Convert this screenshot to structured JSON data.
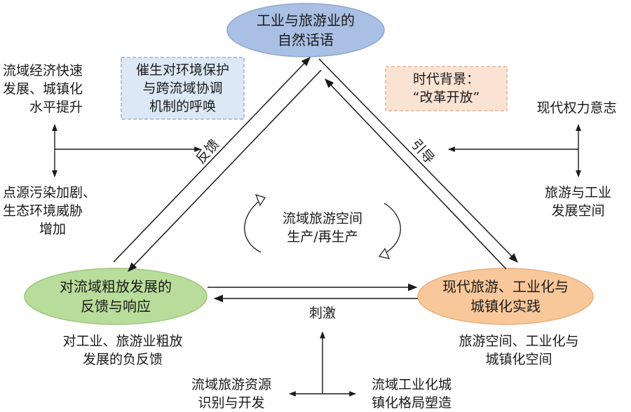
{
  "nodes": {
    "top": {
      "line1": "工业与旅游业的",
      "line2": "自然话语",
      "color": "#a9bfe3"
    },
    "left": {
      "line1": "对流域粗放发展的",
      "line2": "反馈与响应",
      "color": "#b8dc9a"
    },
    "right": {
      "line1": "现代旅游、工业化与",
      "line2": "城镇化实践",
      "color": "#f8c79a"
    }
  },
  "boxes": {
    "blue": {
      "line1": "催生对环境保护",
      "line2": "与跨流域协调",
      "line3": "机制的呼唤",
      "color": "#dce8f5"
    },
    "orange": {
      "line1": "时代背景：",
      "line2": "“改革开放”",
      "color": "#fbe3d3"
    }
  },
  "edges": {
    "left": "反馈",
    "right": "引导",
    "bottom": "刺激"
  },
  "center": {
    "line1": "流域旅游空间",
    "line2": "生产/再生产"
  },
  "left_cross": {
    "top": {
      "line1": "流域经济快速",
      "line2": "发展、城镇化",
      "line3": "水平提升"
    },
    "bottom": {
      "line1": "点源污染加剧、",
      "line2": "生态环境威胁",
      "line3": "增加"
    }
  },
  "right_cross": {
    "top": "现代权力意志",
    "bottom": {
      "line1": "旅游与工业",
      "line2": "发展空间"
    }
  },
  "under_left": {
    "line1": "对工业、旅游业粗放",
    "line2": "发展的负反馈"
  },
  "under_right": {
    "line1": "旅游空间、工业化与",
    "line2": "城镇化空间"
  },
  "bottom_cross": {
    "left": {
      "line1": "流域旅游资源",
      "line2": "识别与开发"
    },
    "right": {
      "line1": "流域工业化城",
      "line2": "镇化格局塑造"
    }
  }
}
